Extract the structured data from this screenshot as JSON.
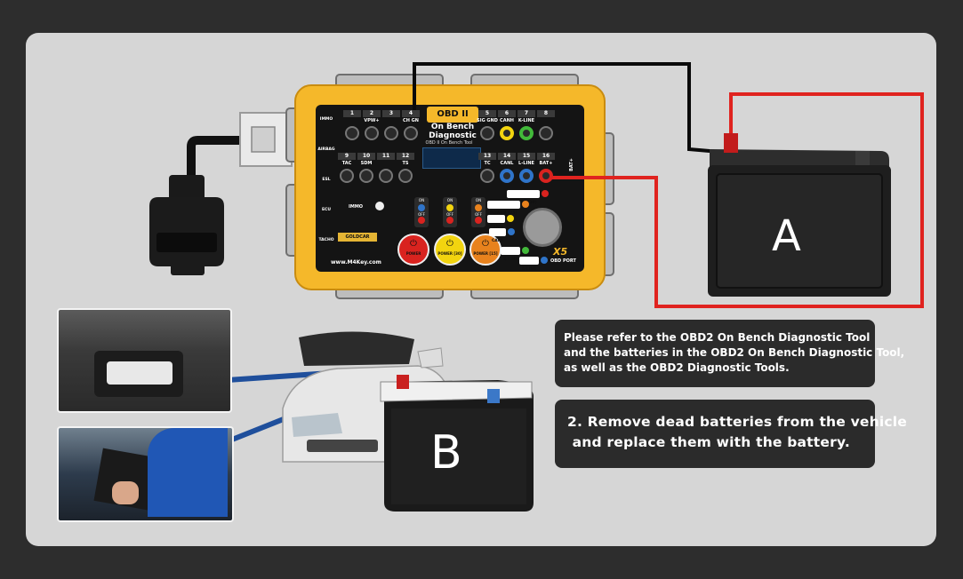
{
  "device": {
    "obd_badge": "OBD II",
    "title_line1": "On Bench",
    "title_line2": "Diagnostic",
    "subtitle": "OBD II On Bench Tool",
    "pins_top": [
      {
        "num": "1",
        "label": ""
      },
      {
        "num": "2",
        "label": "VPW+"
      },
      {
        "num": "3",
        "label": ""
      },
      {
        "num": "4",
        "label": "CH GN"
      }
    ],
    "pins_bottom": [
      {
        "num": "9",
        "label": "TAC"
      },
      {
        "num": "10",
        "label": "SDM"
      },
      {
        "num": "11",
        "label": ""
      },
      {
        "num": "12",
        "label": "TS"
      }
    ],
    "pins_right_top": [
      {
        "num": "5",
        "label": "SIG GND"
      },
      {
        "num": "6",
        "label": "CANH"
      },
      {
        "num": "7",
        "label": "K-LINE"
      },
      {
        "num": "8",
        "label": ""
      }
    ],
    "pins_right_bottom": [
      {
        "num": "13",
        "label": "TC"
      },
      {
        "num": "14",
        "label": "CANL"
      },
      {
        "num": "15",
        "label": "L-LINE"
      },
      {
        "num": "16",
        "label": "BAT+"
      }
    ],
    "side_labels": [
      "IMMO",
      "AIRBAG",
      "ESL",
      "ECU",
      "TACHO"
    ],
    "immo_label": "IMMO",
    "power_labels": [
      "POWER [30]",
      "POWER [15]",
      "CANH",
      "CANL",
      "K-LINE",
      "L-LINE"
    ],
    "buttons": [
      {
        "label": "POWER",
        "color": "#d9231f"
      },
      {
        "label": "POWER [30]",
        "color": "#f2d40f"
      },
      {
        "label": "POWER [15]",
        "color": "#e8821d"
      }
    ],
    "switch_labels": [
      "ON",
      "OFF"
    ],
    "brand": "GOLDCAR",
    "website": "www.M4Key.com",
    "model": "X5",
    "model_sub": "OBD PORT",
    "bat_side": "BAT+"
  },
  "battery_a": {
    "label": "A"
  },
  "battery_b": {
    "label": "B"
  },
  "callouts": {
    "note_lines": [
      "Please refer to the OBD2 On Bench Diagnostic Tool",
      "and the batteries in the OBD2 On Bench Diagnostic Tool,",
      "as well as the OBD2 Diagnostic Tools."
    ],
    "step_lines": [
      "2. Remove dead batteries from the vehicle",
      " and replace them with the battery."
    ]
  },
  "colors": {
    "device_yellow": "#f5b82a",
    "wire_red": "#e0231f",
    "wire_black": "#0a0a0a",
    "wire_blue": "#1f4f9c"
  }
}
